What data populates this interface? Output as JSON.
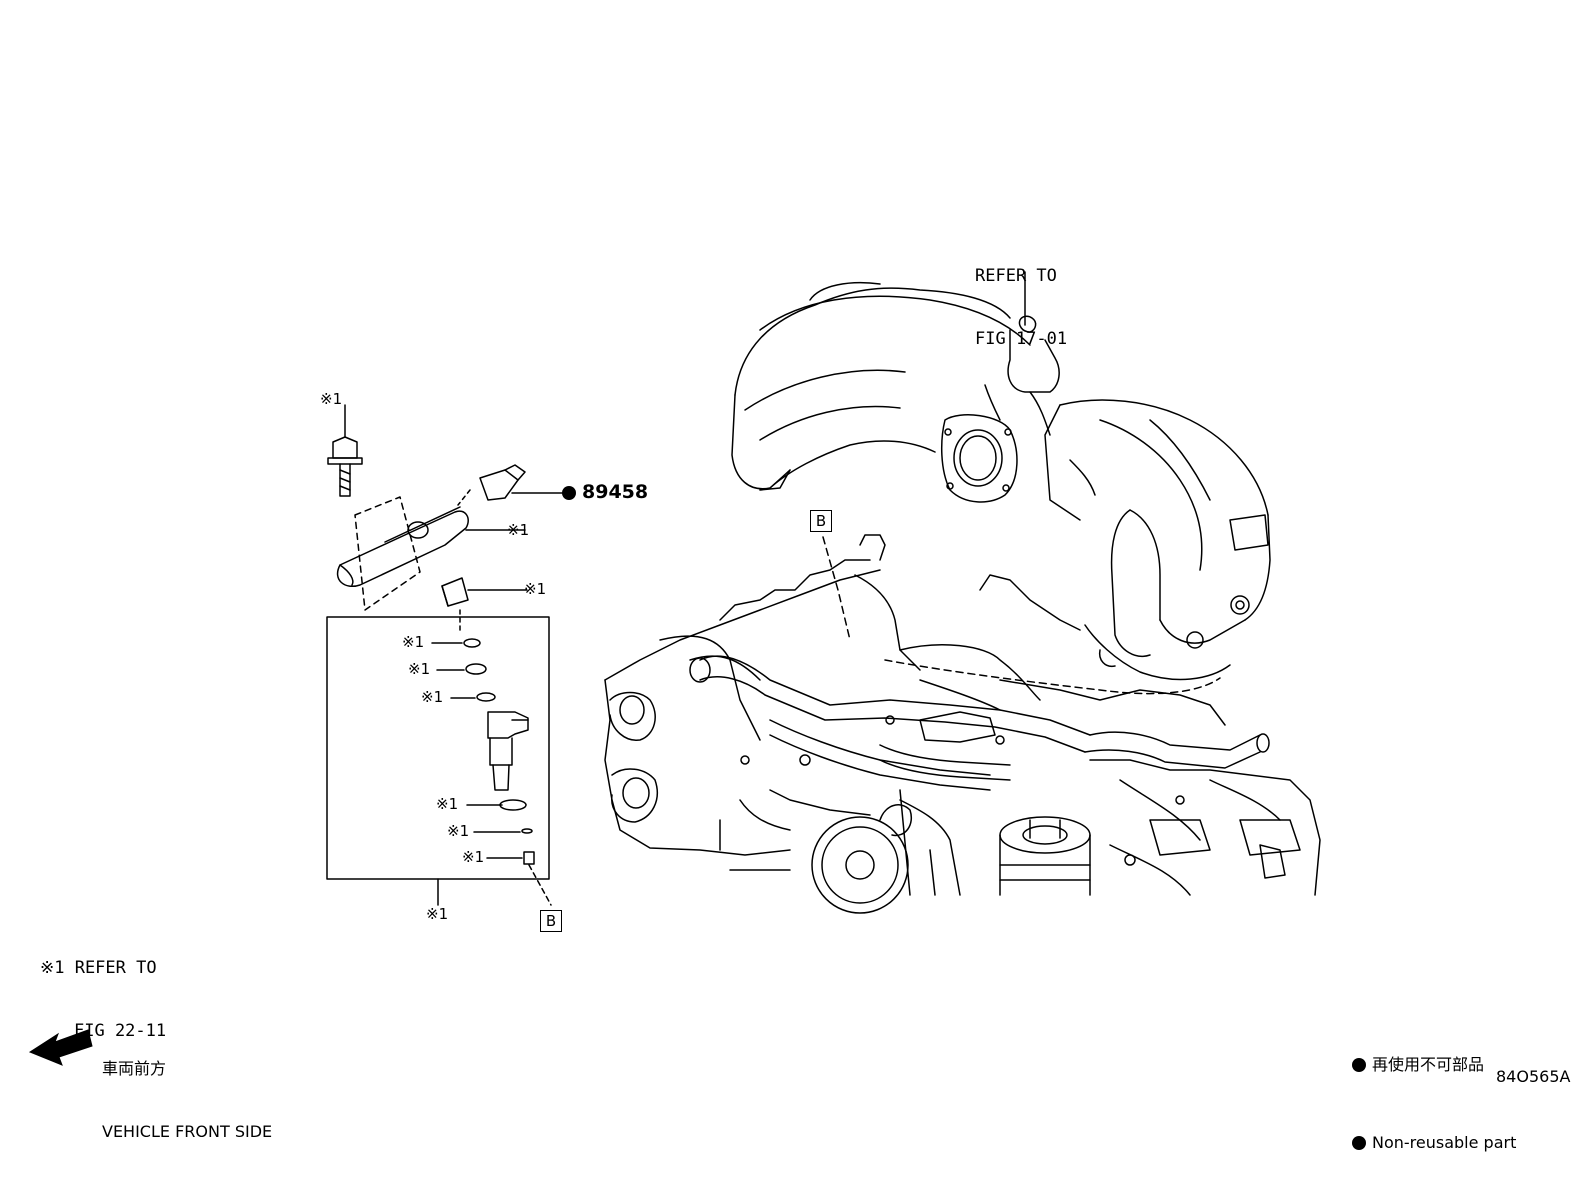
{
  "refer_fig_17": {
    "line1": "REFER TO",
    "line2": "FIG 17-01"
  },
  "part_number": {
    "label": "89458"
  },
  "ref_mark": "※1",
  "ref_box_letter": "B",
  "note_ref": {
    "line1": "※1 REFER TO",
    "line2": "FIG 22-11"
  },
  "direction": {
    "jp": "車両前方",
    "en": "VEHICLE FRONT SIDE"
  },
  "legend": {
    "jp": "再使用不可部品",
    "en": "Non-reusable part"
  },
  "figure_id": "84O565A"
}
